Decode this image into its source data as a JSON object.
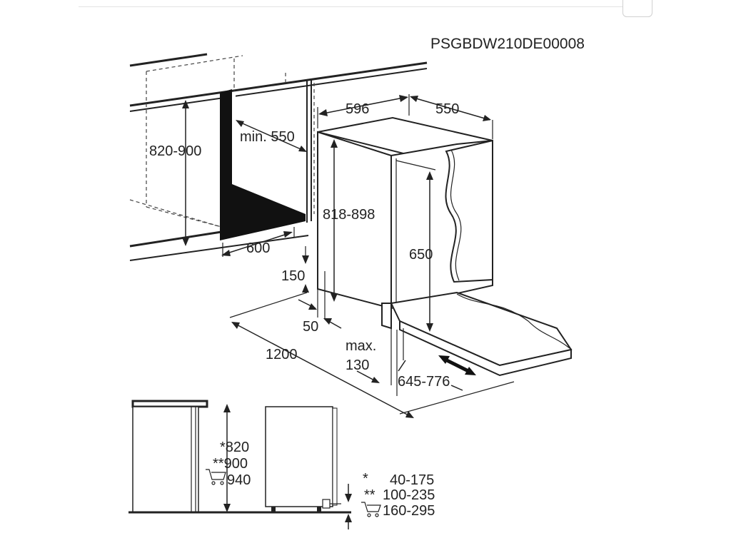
{
  "diagram": {
    "code": "PSGBDW210DE00008",
    "dims": {
      "d820_900": "820-900",
      "min550": "min. 550",
      "d596": "596",
      "d550": "550",
      "d818_898": "818-898",
      "d600": "600",
      "d650": "650",
      "d150": "150",
      "d50": "50",
      "d1200": "1200",
      "max130_a": "max.",
      "max130_b": "130",
      "d645_776": "645-776"
    },
    "heights": {
      "h820": "*820",
      "h900": "**900",
      "h940": "940"
    },
    "ranges": {
      "r1_mark": "*",
      "r1": "40-175",
      "r2_mark": "**",
      "r2": "100-235",
      "r3": "160-295"
    }
  }
}
